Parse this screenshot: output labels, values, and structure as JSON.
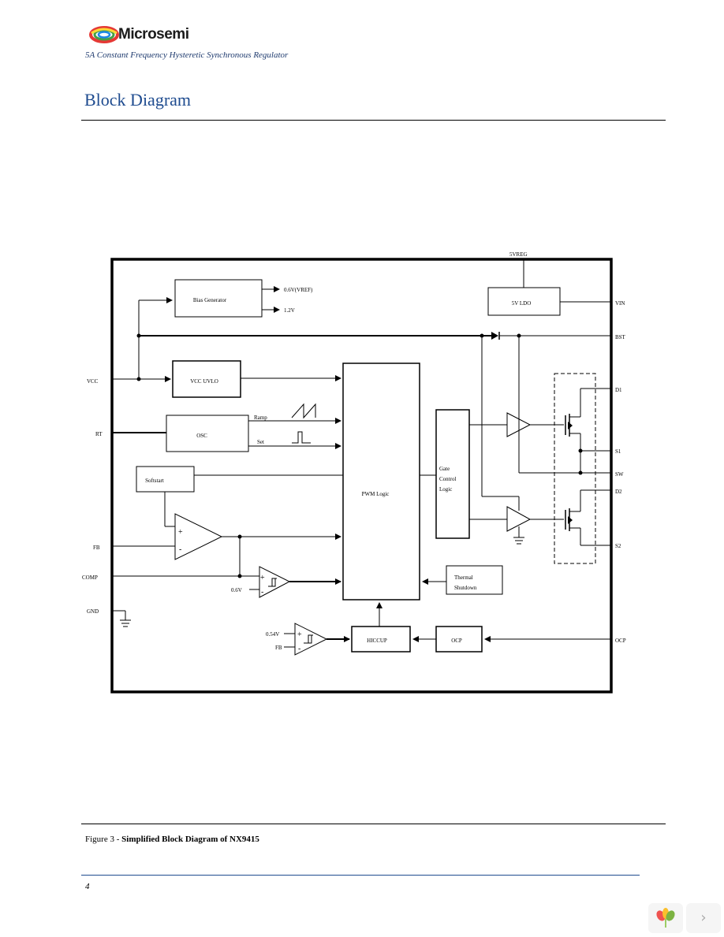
{
  "header": {
    "brand": "Microsemi",
    "subtitle": "5A Constant Frequency Hysteretic Synchronous Regulator",
    "section_title": "Block Diagram"
  },
  "diagram": {
    "blocks": {
      "bias_generator": "Bias Generator",
      "vldo": "5V LDO",
      "vcc_uvlo": "VCC UVLO",
      "osc": "OSC",
      "softstart": "Softstart",
      "pwm_logic": "PWM Logic",
      "gate_control_line1": "Gate",
      "gate_control_line2": "Control",
      "gate_control_line3": "Logic",
      "thermal_line1": "Thermal",
      "thermal_line2": "Shutdown",
      "hiccup": "HICCUP",
      "ocp": "OCP"
    },
    "signals": {
      "vref_out": "0.6V(VREF)",
      "v12_out": "1.2V",
      "ramp": "Ramp",
      "set": "Set",
      "comp_ref": "0.6V",
      "hiccup_ref": "0.54V",
      "hiccup_fb": "FB",
      "op_plus": "+",
      "op_minus": "-"
    },
    "pins": {
      "vreg": "5VREG",
      "vin": "VIN",
      "bst": "BST",
      "vcc": "VCC",
      "rt": "RT",
      "fb": "FB",
      "comp": "COMP",
      "gnd": "GND",
      "d1": "D1",
      "s1": "S1",
      "sw": "SW",
      "d2": "D2",
      "s2": "S2",
      "ocp": "OCP"
    }
  },
  "caption": {
    "label": "Figure 3 - ",
    "title": "Simplified Block Diagram of NX9415"
  },
  "footer": {
    "page_number": "4"
  },
  "colors": {
    "brand_blue": "#1e4b8f",
    "line": "#000000"
  },
  "icons": {
    "logo": "microsemi-swirl-logo",
    "viewer": "viewer-flower-icon",
    "next": "chevron-right-icon"
  }
}
